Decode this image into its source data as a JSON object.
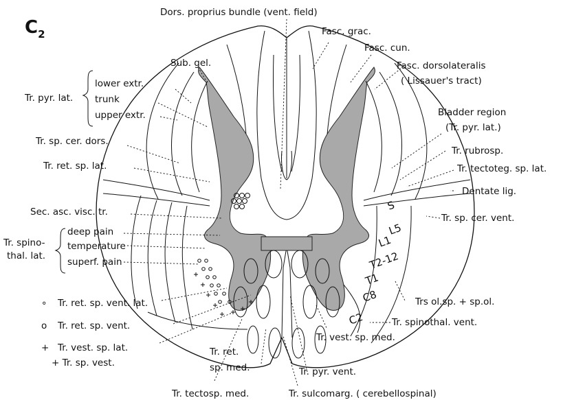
{
  "figure": {
    "level": "C",
    "level_sub": "2"
  },
  "labels": {
    "dors_proprius": "Dors. proprius bundle (vent. field)",
    "fasc_grac": "Fasc. grac.",
    "fasc_cun": "Fasc. cun.",
    "fasc_dorsolat": "Fasc. dorsolateralis",
    "lissauer": "( Lissauer's tract)",
    "sub_gel": "Sub. gel.",
    "tr_pyr_lat": "Tr. pyr. lat.",
    "lower_extr": "lower extr.",
    "trunk": "trunk",
    "upper_extr": "upper extr.",
    "bladder_region": "Bladder region",
    "bladder_sub": "(Tr. pyr. lat.)",
    "tr_sp_cer_dors": "Tr. sp. cer. dors.",
    "tr_rubrosp": "Tr. rubrosp.",
    "tr_ret_sp_lat": "Tr. ret. sp. lat.",
    "tr_tectoteg": "Tr. tectoteg. sp. lat.",
    "dentate_lig": "Dentate lig.",
    "sec_asc_visc": "Sec. asc. visc. tr.",
    "tr_sp_cer_vent": "Tr. sp. cer. vent.",
    "tr_spino": "Tr. spino-",
    "thal_lat": "thal. lat.",
    "deep_pain": "deep pain",
    "temperature": "temperature",
    "superf_pain": "superf. pain",
    "trs_olsp": "Trs ol.sp. + sp.ol.",
    "tr_ret_sp_vent_lat": "Tr. ret. sp. vent. lat.",
    "tr_spinothal_vent": "Tr. spinothal. vent.",
    "tr_ret_sp_vent": "Tr. ret. sp. vent.",
    "tr_vest_sp_med": "Tr. vest. sp. med.",
    "tr_vest_sp_lat": "Tr. vest. sp. lat.",
    "tr_sp_vest": "+ Tr. sp. vest.",
    "tr_ret_sp_med_1": "Tr. ret.",
    "tr_ret_sp_med_2": "sp. med.",
    "tr_pyr_vent": "Tr. pyr. vent.",
    "tr_tectosp_med": "Tr. tectosp. med.",
    "tr_sulcomarg": "Tr. sulcomarg. ( cerebellospinal)"
  },
  "legend_symbols": {
    "small_circle": "∘",
    "open_circle": "o",
    "plus": "+"
  },
  "segments": {
    "s": "S",
    "l5": "L5",
    "l1": "L1",
    "t12": "T2-12",
    "t1": "T1",
    "c8": "C8",
    "c2": "C2"
  }
}
